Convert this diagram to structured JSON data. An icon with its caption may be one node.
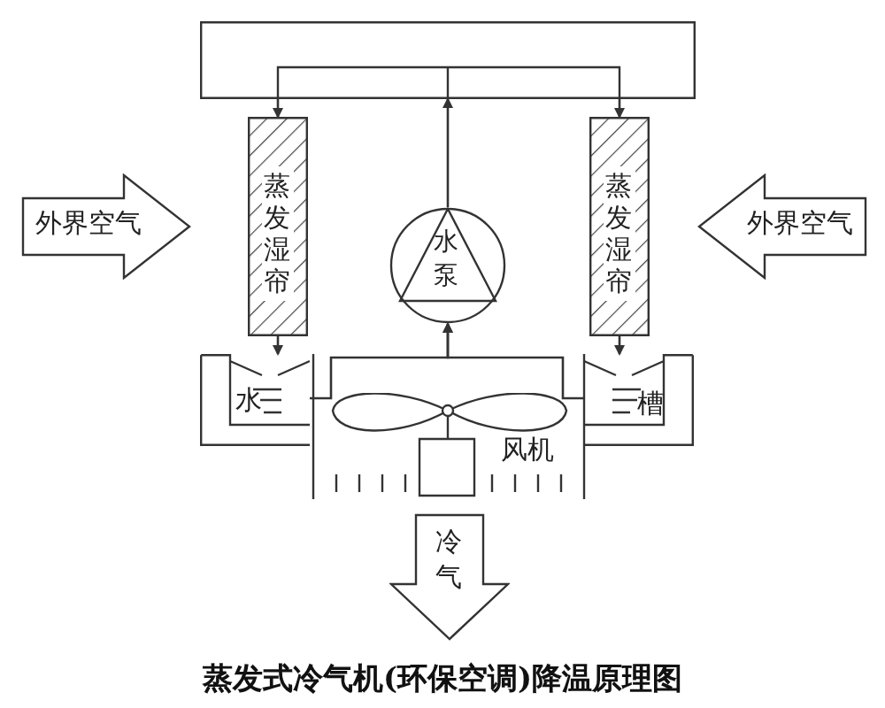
{
  "diagram": {
    "title": "蒸发式冷气机(环保空调)降温原理图",
    "nodes": [
      {
        "text": [],
        "shape": "box"
      },
      {
        "text": [
          "外界空气"
        ]
      },
      {
        "text": [
          "蒸发湿帘"
        ]
      },
      {
        "text": [
          "水泵"
        ]
      },
      {
        "text": [
          "蒸发湿帘"
        ]
      },
      {
        "text": [
          "外界空气"
        ]
      },
      {
        "text": [
          "水"
        ]
      },
      {
        "text": [
          "槽"
        ]
      },
      {
        "text": [
          "风机"
        ]
      },
      {
        "text": [
          "冷气"
        ]
      }
    ],
    "edges": [
      {
        "from": 3,
        "to": 0,
        "arrow": "to"
      },
      {
        "from": 0,
        "to": 2,
        "arrow": "to"
      },
      {
        "from": 0,
        "to": 4,
        "arrow": "to"
      },
      {
        "from": 2,
        "to": 6,
        "arrow": "to"
      },
      {
        "from": 4,
        "to": 7,
        "arrow": "to"
      },
      {
        "from": 6,
        "to": 3,
        "arrow": "to"
      },
      {
        "from": 7,
        "to": 3,
        "arrow": "to"
      }
    ]
  }
}
